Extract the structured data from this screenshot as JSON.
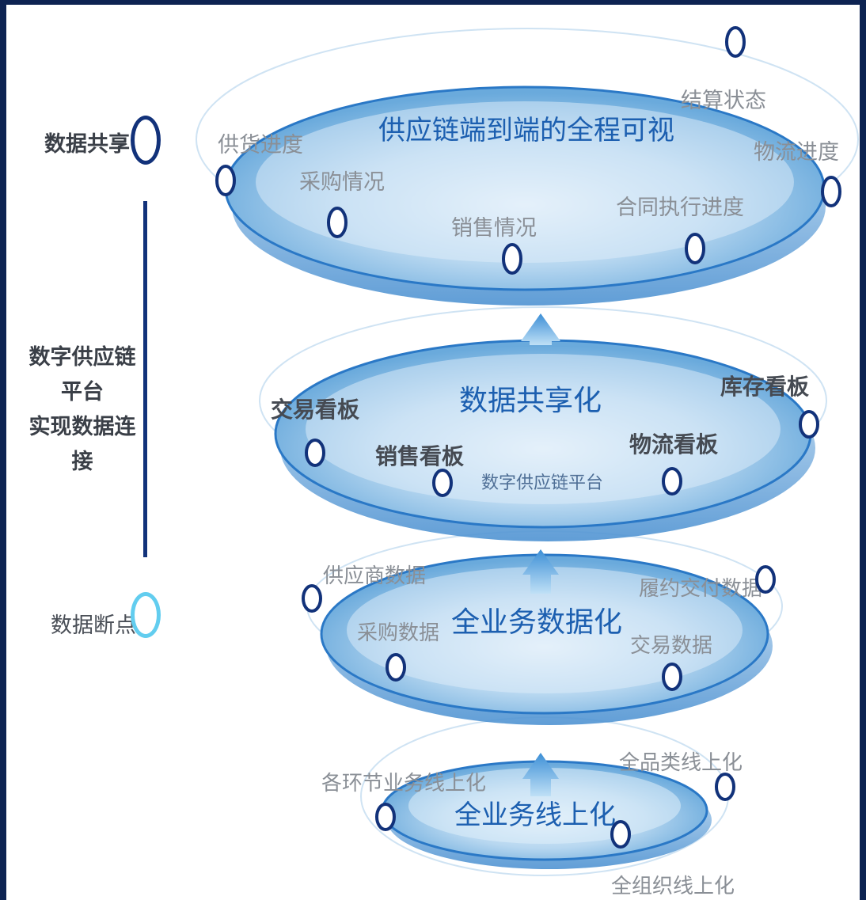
{
  "legend": {
    "share_label": "数据共享",
    "platform_label": [
      "数字供应链平台",
      "实现数据连接"
    ],
    "break_label": "数据断点",
    "share_color": "#12327a",
    "break_color": "#62cdef"
  },
  "layers": {
    "top": {
      "title": "供应链端到端的全程可视",
      "items": [
        "结算状态",
        "供货进度",
        "采购情况",
        "销售情况",
        "合同执行进度",
        "物流进度"
      ]
    },
    "second": {
      "title": "数据共享化",
      "items": [
        "交易看板",
        "销售看板",
        "库存看板",
        "物流看板"
      ],
      "subtitle": "数字供应链平台"
    },
    "third": {
      "title": "全业务数据化",
      "items": [
        "供应商数据",
        "采购数据",
        "履约交付数据",
        "交易数据"
      ]
    },
    "bottom": {
      "title": "全业务线上化",
      "items": [
        "各环节业务线上化",
        "全品类线上化",
        "全组织线上化"
      ]
    }
  },
  "colors": {
    "title_blue": "#1c5fb0",
    "ring_blue": "#1f6fc1",
    "gray_text": "#8a8f96",
    "dark_text": "#454a52"
  }
}
